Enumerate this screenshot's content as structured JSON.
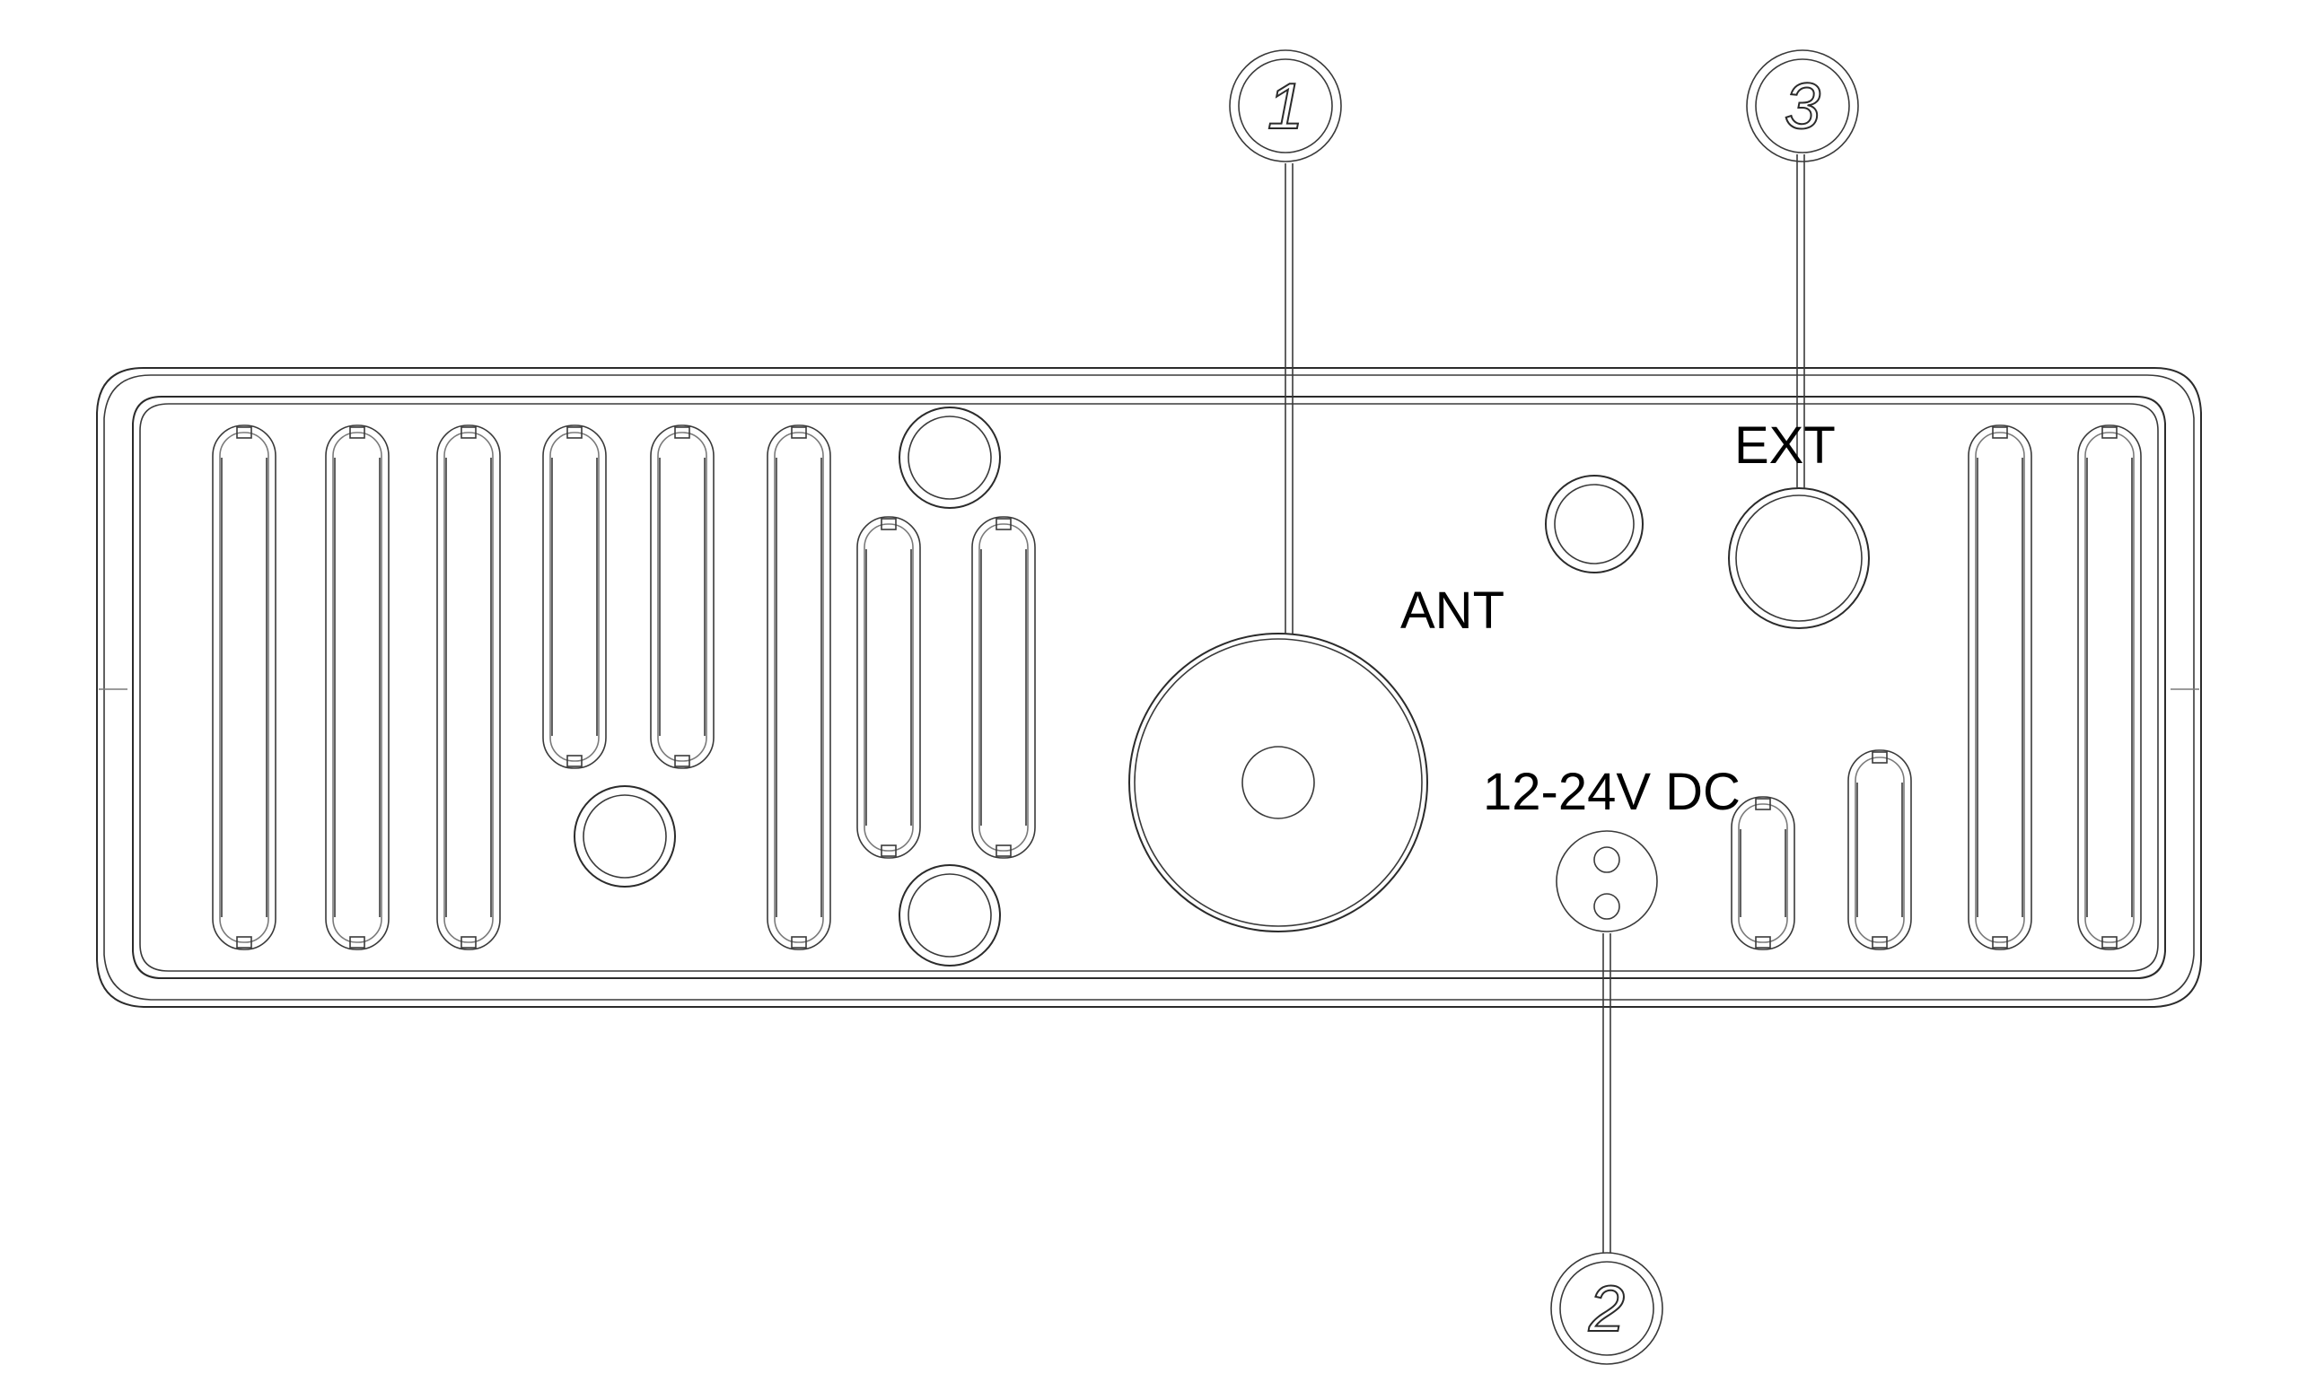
{
  "labels": {
    "ant": "ANT",
    "ext": "EXT",
    "dc": "12-24V DC"
  },
  "callouts": [
    "1",
    "2",
    "3"
  ]
}
